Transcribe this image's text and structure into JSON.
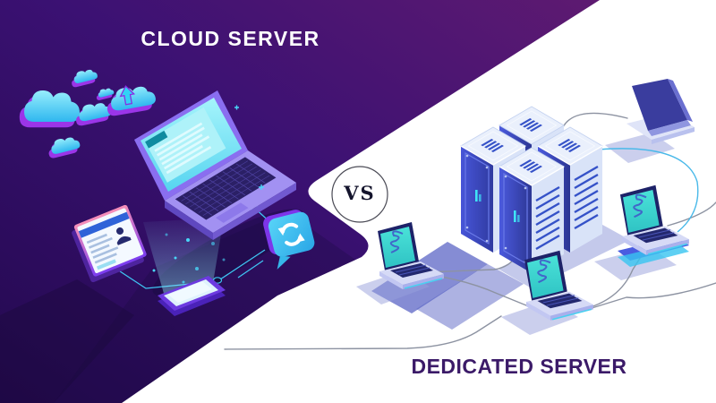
{
  "titles": {
    "left": "CLOUD SERVER",
    "right": "DEDICATED SERVER"
  },
  "vs_badge": {
    "label": "VS"
  },
  "colors": {
    "left_background_top": "#5e1a71",
    "left_background_bottom": "#23094f",
    "right_background": "#ffffff",
    "accent_cyan": "#3ec6f0",
    "server_face_blue": "#3b49c8",
    "server_panel_light": "#dbe5f8",
    "laptop_screen_teal": "#3cd6cd",
    "shadow_lavender": "#8a93d8",
    "title_left_color": "#ffffff",
    "title_right_color": "#3b1a68"
  },
  "left_scene": {
    "label": "cloud server illustration",
    "elements": [
      "clouds",
      "upload-cloud",
      "open-laptop",
      "profile-card",
      "smartphone-hologram",
      "sync-speech-bubble",
      "dotted-connection-lines"
    ]
  },
  "right_scene": {
    "label": "dedicated server illustration",
    "elements": [
      "server-rack-cluster",
      "client-laptop-back-view",
      "client-laptop-left",
      "client-laptop-center",
      "client-laptop-right",
      "network-lines"
    ]
  }
}
